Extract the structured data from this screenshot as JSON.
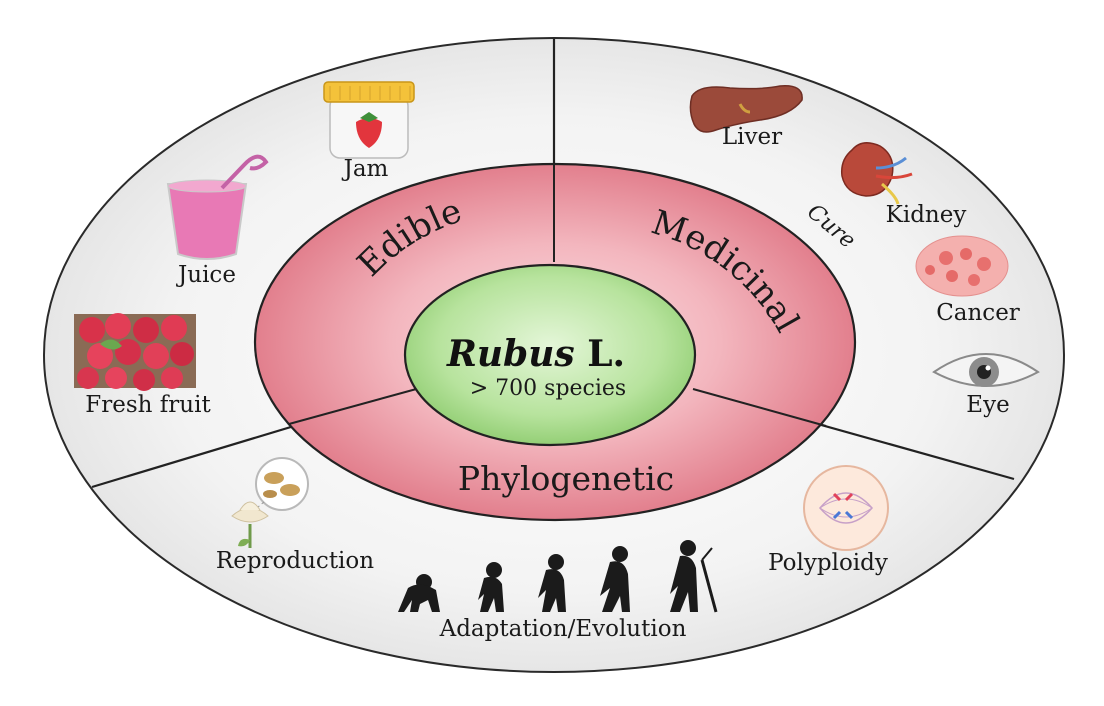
{
  "center": {
    "genus": "Rubus",
    "authority": " L.",
    "subtitle": "> 700 species"
  },
  "sections": {
    "edible": "Edible",
    "medicinal": "Medicinal",
    "phylogenetic": "Phylogenetic"
  },
  "edible_items": {
    "jam": "Jam",
    "juice": "Juice",
    "fresh_fruit": "Fresh fruit"
  },
  "medicinal_items": {
    "cure": "Cure",
    "liver": "Liver",
    "kidney": "Kidney",
    "cancer": "Cancer",
    "eye": "Eye"
  },
  "phylogenetic_items": {
    "reproduction": "Reproduction",
    "adaptation": "Adaptation/Evolution",
    "polyploidy": "Polyploidy"
  },
  "colors": {
    "outer_ring": "#efefef",
    "middle_ring": "#e98c98",
    "center": "#a8dc8c",
    "outline": "#2a2a2a"
  }
}
